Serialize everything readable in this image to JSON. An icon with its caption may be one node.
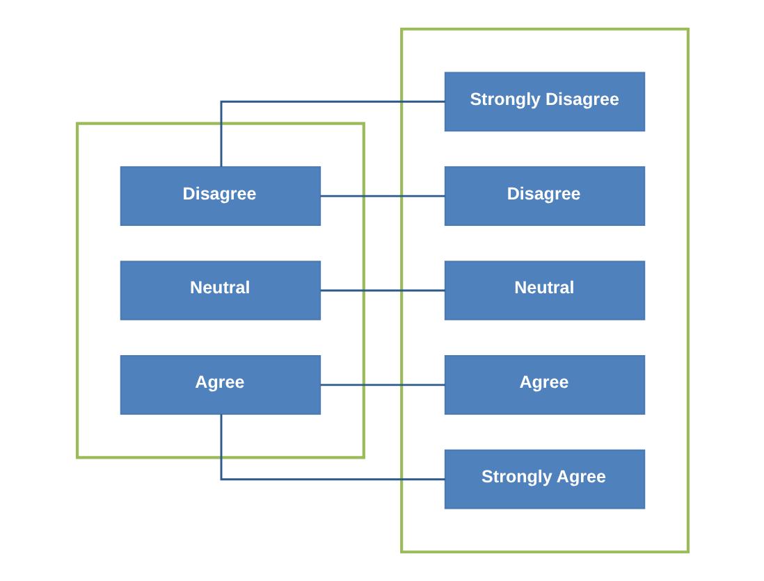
{
  "diagram": {
    "nodes": [
      {
        "text": [],
        "shape": "box"
      },
      {
        "text": [],
        "shape": "box"
      },
      {
        "text": [
          "Disagree"
        ],
        "in": 0
      },
      {
        "text": [
          "Neutral"
        ],
        "in": 0
      },
      {
        "text": [
          "Agree"
        ],
        "in": 0
      },
      {
        "text": [
          "Strongly Disagree"
        ],
        "in": 1
      },
      {
        "text": [
          "Disagree"
        ],
        "in": 1
      },
      {
        "text": [
          "Neutral"
        ],
        "in": 1
      },
      {
        "text": [
          "Agree"
        ],
        "in": 1
      },
      {
        "text": [
          "Strongly Agree"
        ],
        "in": 1
      }
    ],
    "edges": [
      {
        "from": 2,
        "to": 5,
        "arrow": "none"
      },
      {
        "from": 2,
        "to": 6,
        "arrow": "none"
      },
      {
        "from": 3,
        "to": 7,
        "arrow": "none"
      },
      {
        "from": 4,
        "to": 8,
        "arrow": "none"
      },
      {
        "from": 4,
        "to": 9,
        "arrow": "none"
      }
    ]
  }
}
